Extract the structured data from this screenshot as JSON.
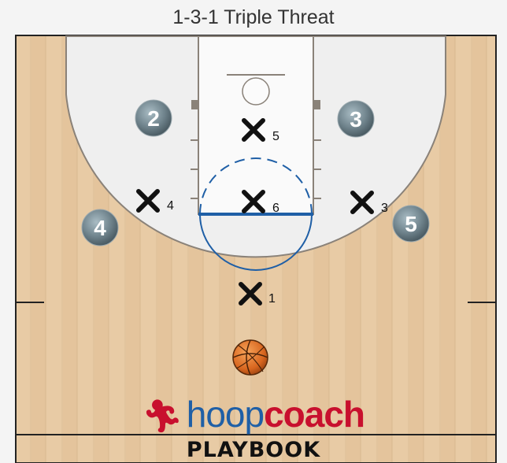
{
  "title": "1-3-1 Triple Threat",
  "offense": [
    {
      "id": "2",
      "label": "2"
    },
    {
      "id": "3",
      "label": "3"
    },
    {
      "id": "4",
      "label": "4"
    },
    {
      "id": "5",
      "label": "5"
    }
  ],
  "defense": [
    {
      "id": "5",
      "label": "5"
    },
    {
      "id": "6",
      "label": "6"
    },
    {
      "id": "4",
      "label": "4"
    },
    {
      "id": "3",
      "label": "3"
    },
    {
      "id": "1",
      "label": "1"
    }
  ],
  "brand": {
    "hoop": "hoop",
    "coach": "coach",
    "playbook": "PLAYBOOK"
  },
  "colors": {
    "court": "#e7c9a2",
    "paint": "#f0f0f0",
    "line": "#8a8279",
    "blue_line": "#1f5fa6",
    "offense_chip": "#7a8e97",
    "brand_blue": "#1f5fa6",
    "brand_red": "#c8102e"
  }
}
